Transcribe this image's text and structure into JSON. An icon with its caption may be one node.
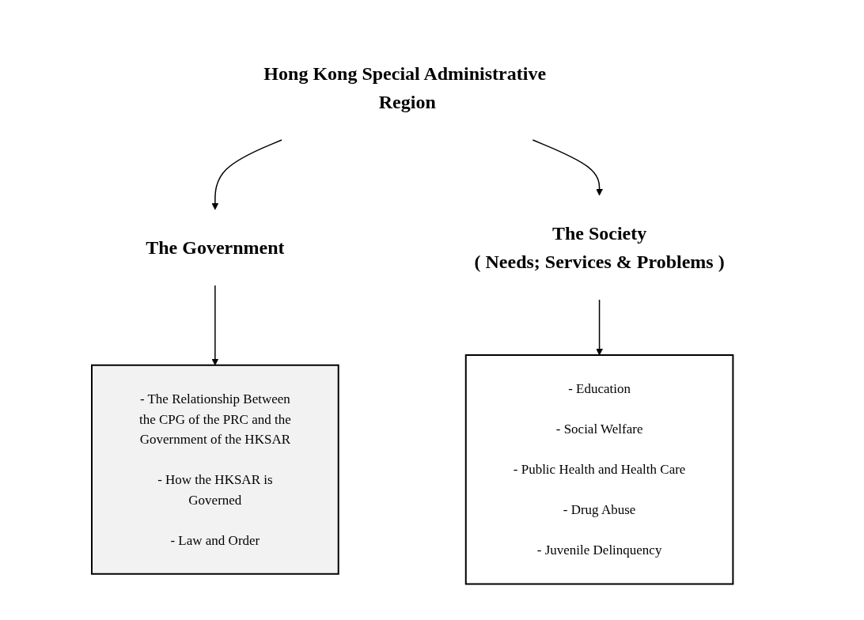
{
  "diagram": {
    "nodes": [
      {
        "text": [
          "Hong Kong Special Administrative Region"
        ]
      },
      {
        "text": [
          "The Government"
        ]
      },
      {
        "text": [
          "The Society",
          "( Needs; Services & Problems )"
        ]
      },
      {
        "text": [
          "- The Relationship Between the CPG of the PRC and the Government of the HKSAR",
          "- How the HKSAR is Governed",
          "- Law and Order"
        ]
      },
      {
        "text": [
          "- Education",
          "- Social Welfare",
          "- Public Health and Health Care",
          "- Drug Abuse",
          "- Juvenile Delinquency"
        ]
      }
    ],
    "edges": [
      {
        "from": 0,
        "to": 1,
        "arrow": "to"
      },
      {
        "from": 0,
        "to": 2,
        "arrow": "to"
      },
      {
        "from": 1,
        "to": 3,
        "arrow": "to"
      },
      {
        "from": 2,
        "to": 4,
        "arrow": "to"
      }
    ]
  }
}
